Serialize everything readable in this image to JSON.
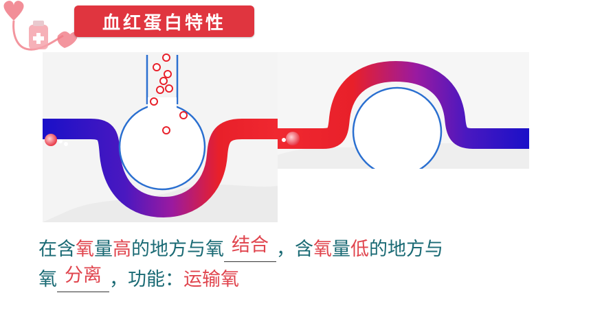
{
  "title": "血红蛋白特性",
  "sentence": {
    "line1": {
      "p1": "在含",
      "h1": "氧",
      "p2": "量",
      "h2": "高",
      "p3": "的地方与氧",
      "answer1": "结合",
      "p4": "，含",
      "h3": "氧",
      "p5": "量",
      "h4": "低",
      "p6": "的地方与"
    },
    "line2": {
      "p1": "氧",
      "answer2": "分离",
      "p2": "，功能：",
      "answer3": "运输氧"
    }
  },
  "colors": {
    "title_bg": "#e0353f",
    "text": "#1a6a74",
    "highlight": "#e0454e",
    "vessel_red": "#e8202a",
    "vessel_blue": "#1a10c8",
    "cell_outline": "#2a6fd0"
  },
  "icons": [
    "heart-icon",
    "blood-bag-icon"
  ]
}
